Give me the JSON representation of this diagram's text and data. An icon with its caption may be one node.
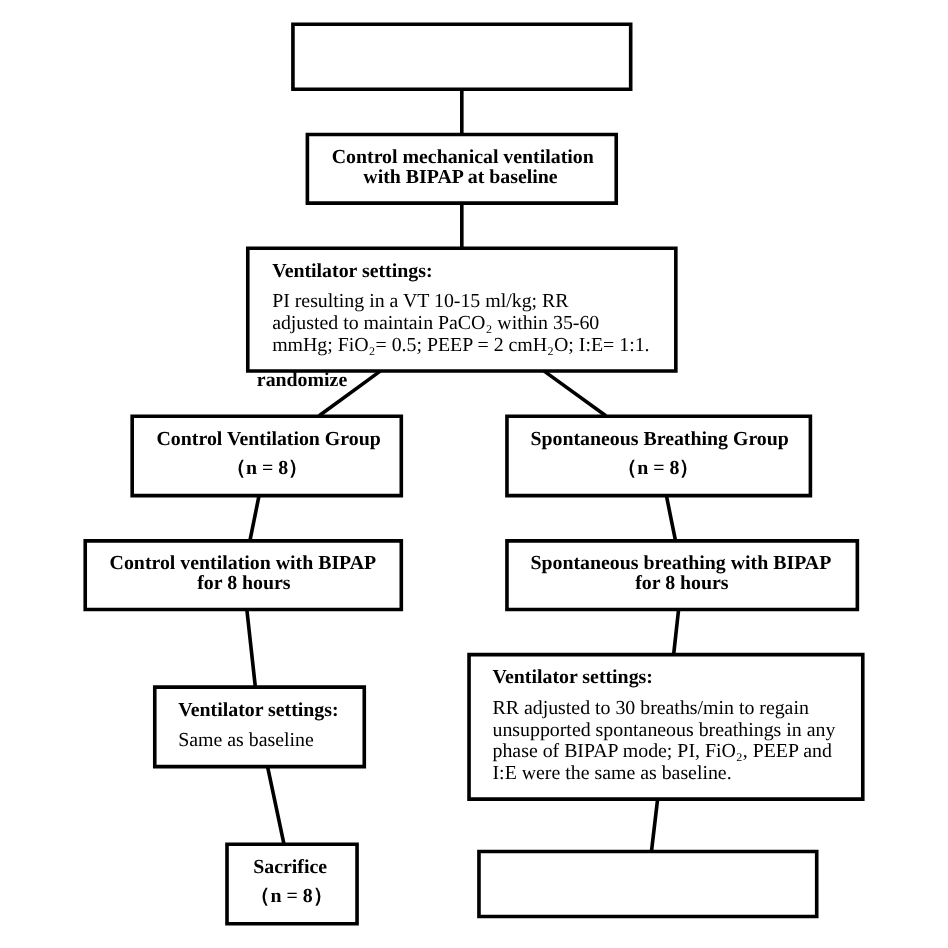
{
  "diagram": {
    "nodes": [
      {
        "text": [],
        "shape": "box"
      },
      {
        "text": [
          "Control mechanical ventilation with BIPAP at baseline"
        ]
      },
      {
        "text": [
          "Ventilator settings:",
          "PI resulting in a VT 10-15 ml/kg; RR adjusted to maintain PaCO₂ within 35-60 mmHg; FiO₂= 0.5; PEEP = 2 cmH₂O; I:E= 1:1."
        ]
      },
      {
        "text": [
          "Control Ventilation Group",
          "（n = 8）"
        ]
      },
      {
        "text": [
          "Spontaneous Breathing Group",
          "（n = 8）"
        ]
      },
      {
        "text": [
          "Control ventilation with BIPAP for 8 hours"
        ]
      },
      {
        "text": [
          "Spontaneous breathing with BIPAP for 8 hours"
        ]
      },
      {
        "text": [
          "Ventilator settings:",
          "Same as baseline"
        ]
      },
      {
        "text": [
          "Ventilator settings:",
          "RR adjusted to 30 breaths/min to regain unsupported spontaneous breathings in any phase of BIPAP mode; PI, FiO₂, PEEP and I:E were the same as baseline."
        ]
      },
      {
        "text": [
          "Sacrifice",
          "（n = 8）"
        ]
      },
      {
        "text": [],
        "shape": "box"
      }
    ],
    "edges": [
      {
        "from": 0,
        "to": 1,
        "arrow": "none"
      },
      {
        "from": 1,
        "to": 2,
        "arrow": "none"
      },
      {
        "from": 2,
        "to": 3,
        "arrow": "none",
        "label": "randomize"
      },
      {
        "from": 2,
        "to": 4,
        "arrow": "none"
      },
      {
        "from": 3,
        "to": 5,
        "arrow": "none"
      },
      {
        "from": 4,
        "to": 6,
        "arrow": "none"
      },
      {
        "from": 5,
        "to": 7,
        "arrow": "none"
      },
      {
        "from": 6,
        "to": 8,
        "arrow": "none"
      },
      {
        "from": 7,
        "to": 9,
        "arrow": "none"
      },
      {
        "from": 8,
        "to": 10,
        "arrow": "none"
      }
    ]
  }
}
